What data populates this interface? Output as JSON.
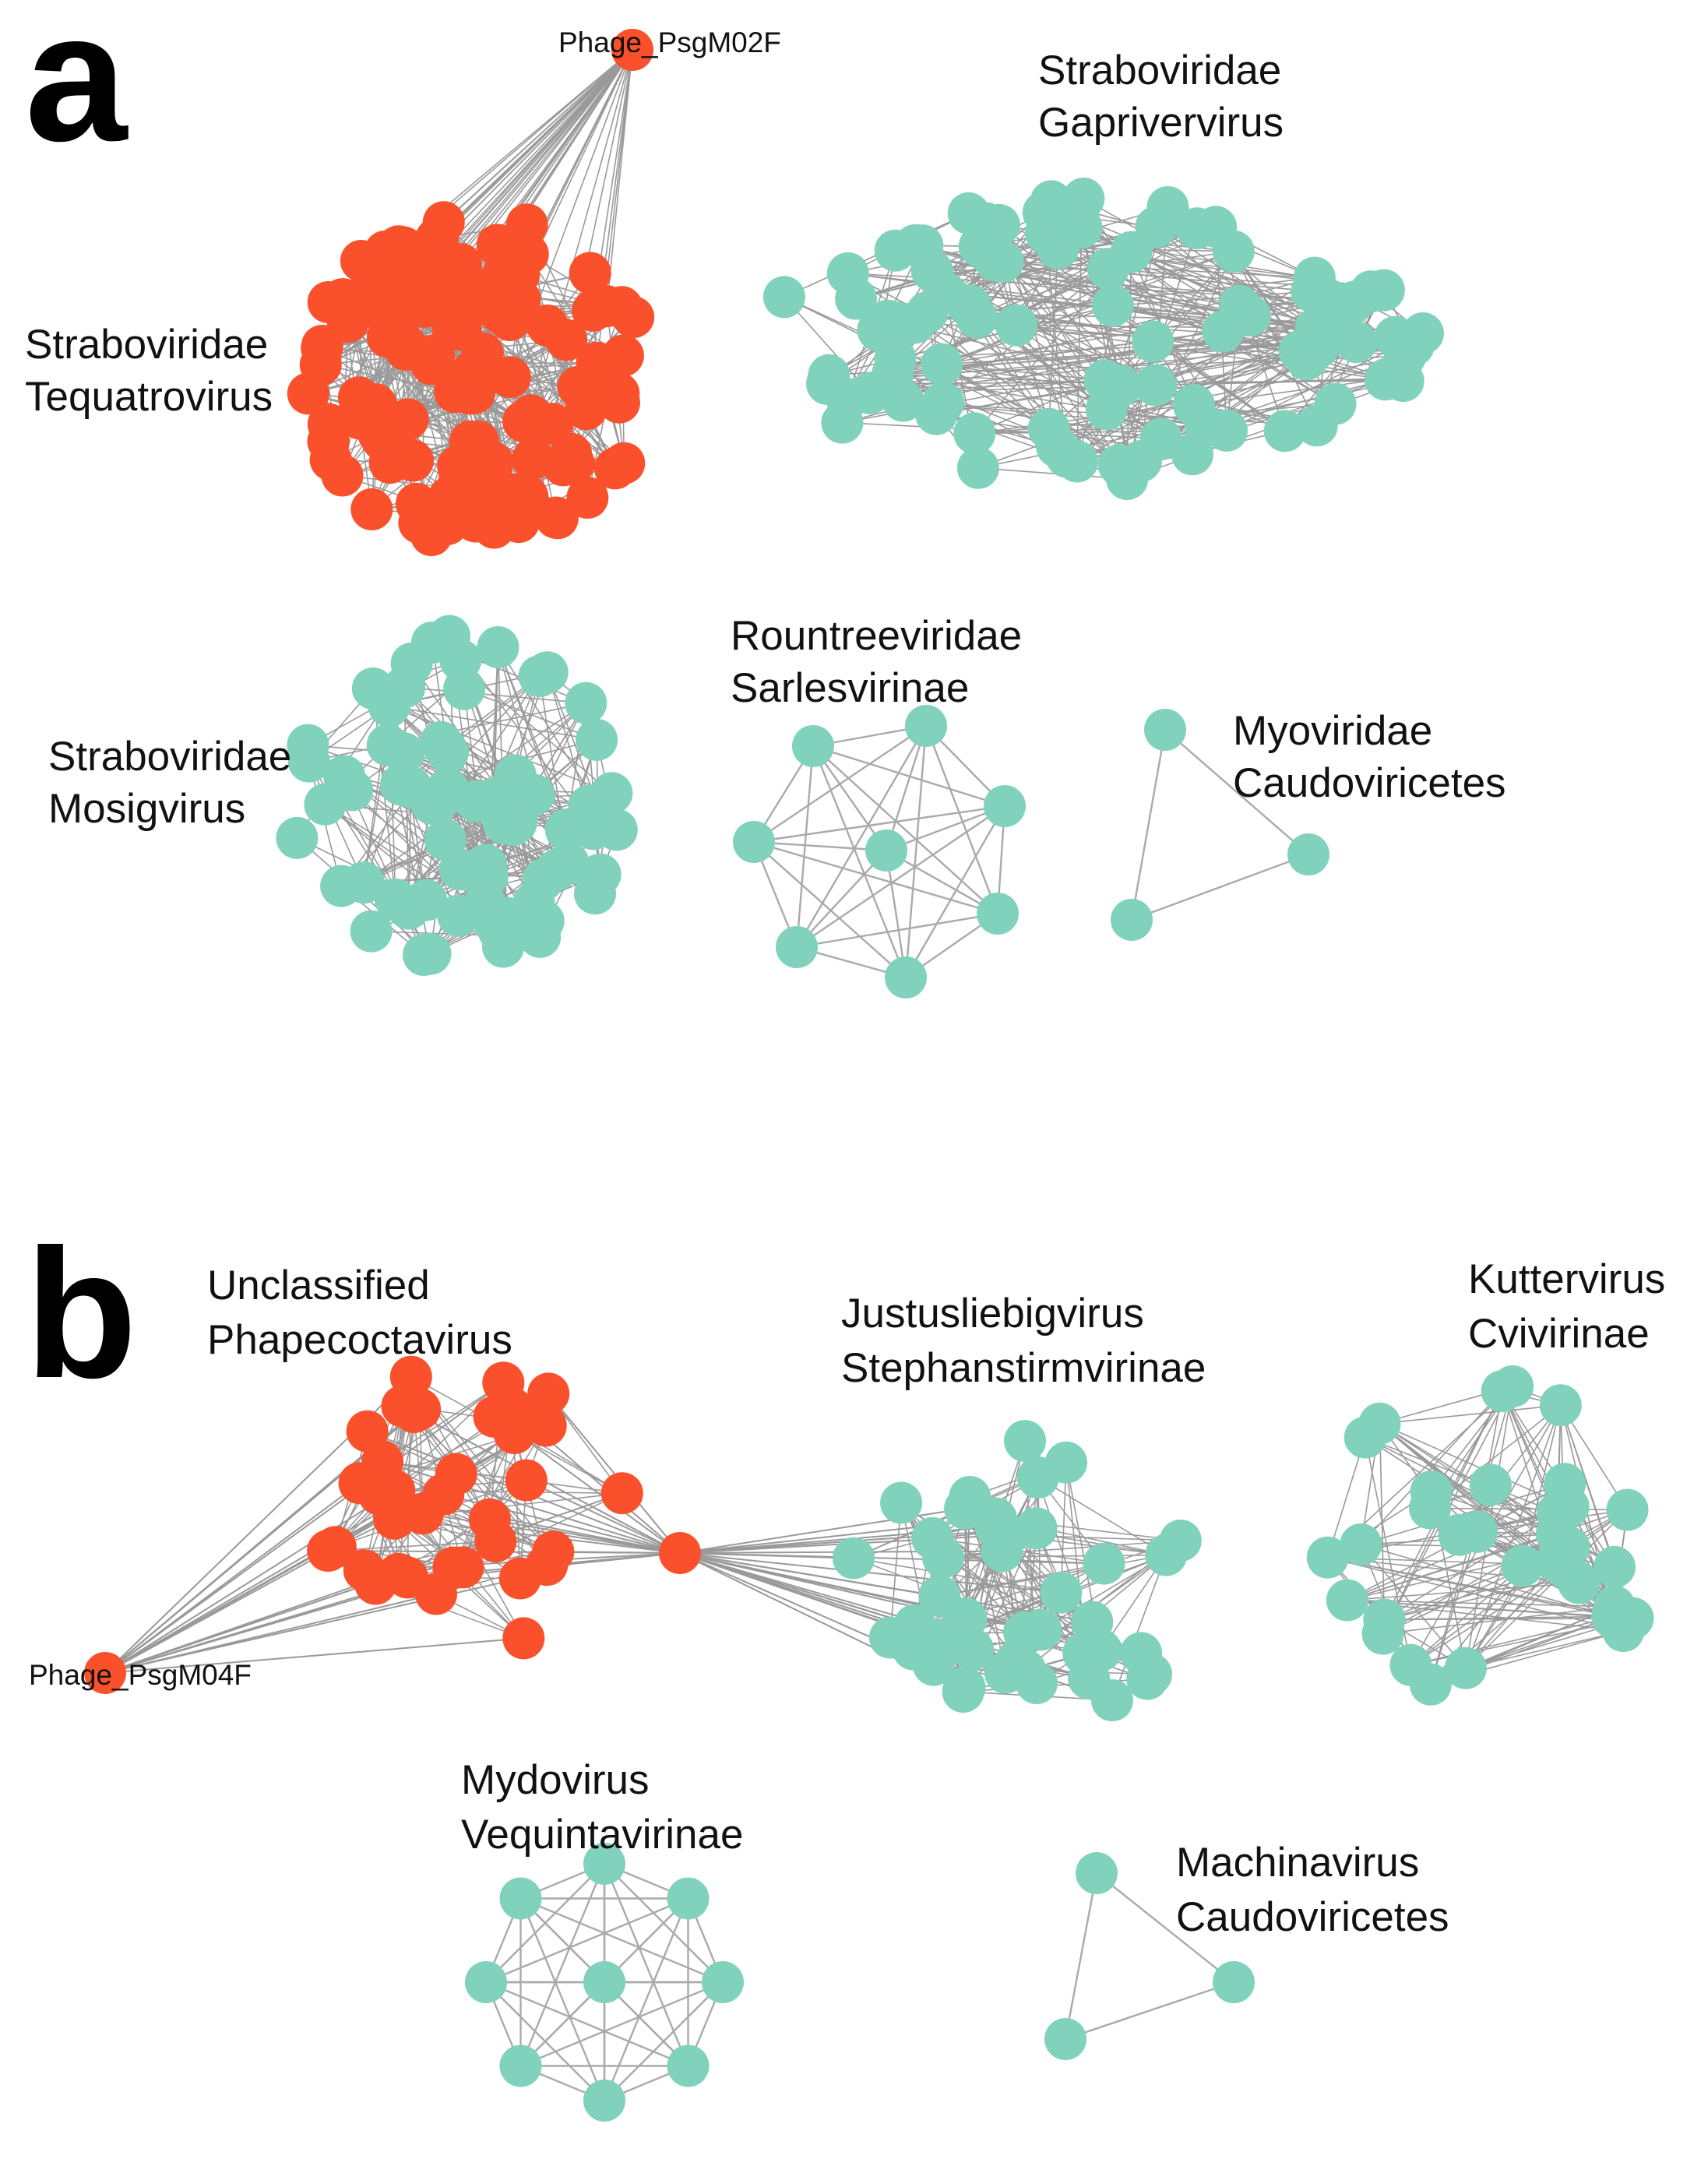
{
  "colors": {
    "highlight": "#fa502b",
    "default": "#80d2bd",
    "edge": "#999999"
  },
  "panels": [
    {
      "letter": "a",
      "clusters": [
        {
          "lines": [
            "Straboviridae",
            "Tequatrovirus"
          ],
          "color": "highlight",
          "nodes": 120
        },
        {
          "lines": [
            "Straboviridae",
            "Gaprivervirus"
          ],
          "color": "default",
          "nodes": 95
        },
        {
          "lines": [
            "Straboviridae",
            "Mosigvirus"
          ],
          "color": "default",
          "nodes": 70
        },
        {
          "lines": [
            "Rountreeviridae",
            "Sarlesvirinae"
          ],
          "color": "default",
          "nodes": 8
        },
        {
          "lines": [
            "Myoviridae",
            "Caudoviricetes"
          ],
          "color": "default",
          "nodes": 3
        }
      ],
      "phage_label": "Phage_PsgM02F"
    },
    {
      "letter": "b",
      "clusters": [
        {
          "lines": [
            "Unclassified",
            "Phapecoctavirus"
          ],
          "color": "highlight",
          "nodes": 36
        },
        {
          "lines": [
            "Justusliebigvirus",
            "Stephanstirmvirinae"
          ],
          "color": "default",
          "nodes": 45
        },
        {
          "lines": [
            "Kuttervirus",
            "Cvivirinae"
          ],
          "color": "default",
          "nodes": 34
        },
        {
          "lines": [
            "Mydovirus",
            "Vequintavirinae"
          ],
          "color": "default",
          "nodes": 9
        },
        {
          "lines": [
            "Machinavirus",
            "Caudoviricetes"
          ],
          "color": "default",
          "nodes": 3
        }
      ],
      "phage_label": "Phage_PsgM04F"
    }
  ]
}
